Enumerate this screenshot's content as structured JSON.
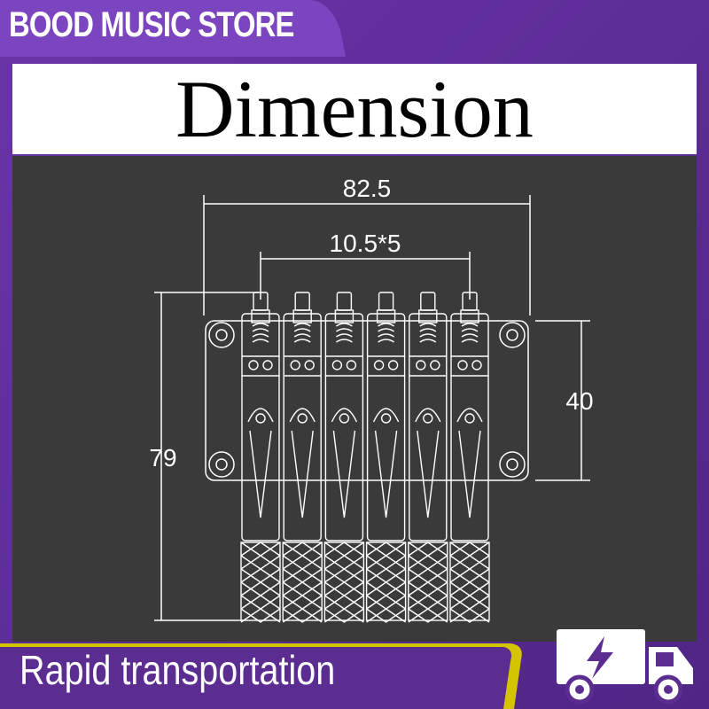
{
  "header": {
    "store_name": "BOOD MUSIC STORE",
    "title": "Dimension"
  },
  "drawing": {
    "overall_width_label": "82.5",
    "saddle_spacing_label": "10.5*5",
    "plate_height_label": "40",
    "overall_length_label": "79",
    "saddle_count": 6
  },
  "footer": {
    "slogan": "Rapid transportation"
  },
  "icons": {
    "shipping": "delivery-truck-icon",
    "speed": "lightning-bolt-icon"
  },
  "colors": {
    "brand_purple": "#5b2d91",
    "panel_gray": "#3a3a3a",
    "line_white": "#ffffff"
  }
}
